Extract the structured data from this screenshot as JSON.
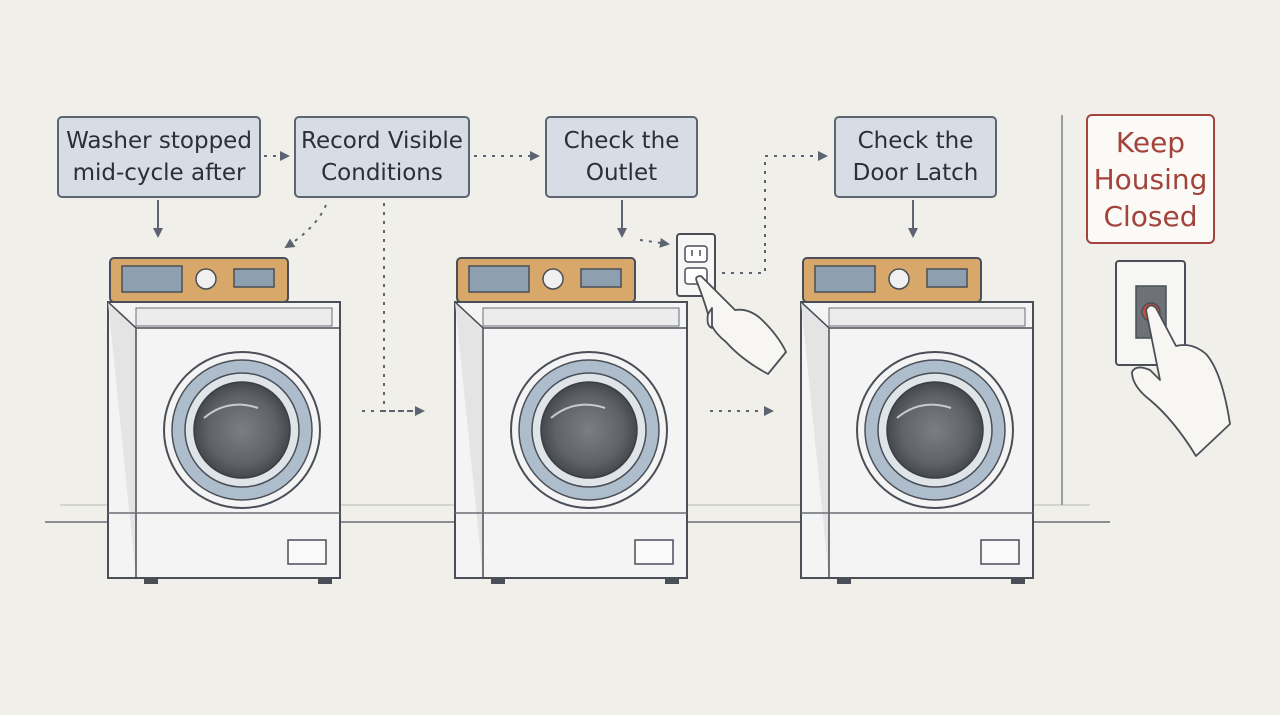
{
  "steps": [
    {
      "line1": "Washer stopped",
      "line2": "mid-cycle after"
    },
    {
      "line1": "Record Visible",
      "line2": "Conditions"
    },
    {
      "line1": "Check the",
      "line2": "Outlet"
    },
    {
      "line1": "Check the",
      "line2": "Door Latch"
    }
  ],
  "warning": {
    "line1": "Keep",
    "line2": "Housing",
    "line3": "Closed"
  },
  "colors": {
    "background": "#f1efe9",
    "box_fill": "#d6dde4",
    "box_border": "#5b6470",
    "warning": "#a2443c",
    "panel": "#d7a86a",
    "outline": "#4a4f57"
  },
  "icons": [
    "washing-machine-icon",
    "wall-outlet-icon",
    "pointing-hand-icon",
    "wall-switch-icon",
    "dotted-arrow-icon"
  ]
}
